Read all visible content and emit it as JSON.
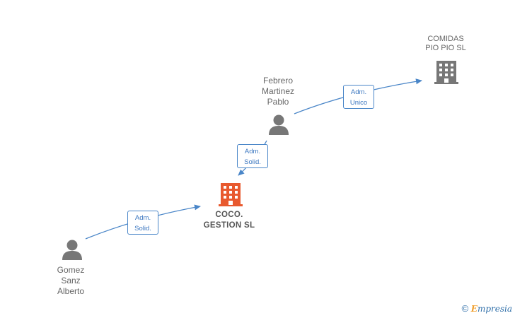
{
  "nodes": {
    "comidas": {
      "label": "COMIDAS\nPIO PIO  SL",
      "type": "company",
      "color": "#777777"
    },
    "febrero": {
      "label": "Febrero\nMartinez\nPablo",
      "type": "person",
      "color": "#777777"
    },
    "coco": {
      "label": "COCO.\nGESTION  SL",
      "type": "company",
      "color": "#e8592e"
    },
    "gomez": {
      "label": "Gomez\nSanz\nAlberto",
      "type": "person",
      "color": "#777777"
    }
  },
  "edges": [
    {
      "from": "febrero",
      "to": "comidas",
      "label": "Adm.\nUnico"
    },
    {
      "from": "febrero",
      "to": "coco",
      "label": "Adm.\nSolid."
    },
    {
      "from": "gomez",
      "to": "coco",
      "label": "Adm.\nSolid."
    }
  ],
  "colors": {
    "edge": "#4a86c8",
    "focus": "#e8592e",
    "neutral": "#777777"
  },
  "icons": {
    "company": "building-icon",
    "person": "person-icon"
  },
  "footer": {
    "copyright_symbol": "©",
    "brand_first": "E",
    "brand_rest": "mpresia"
  }
}
